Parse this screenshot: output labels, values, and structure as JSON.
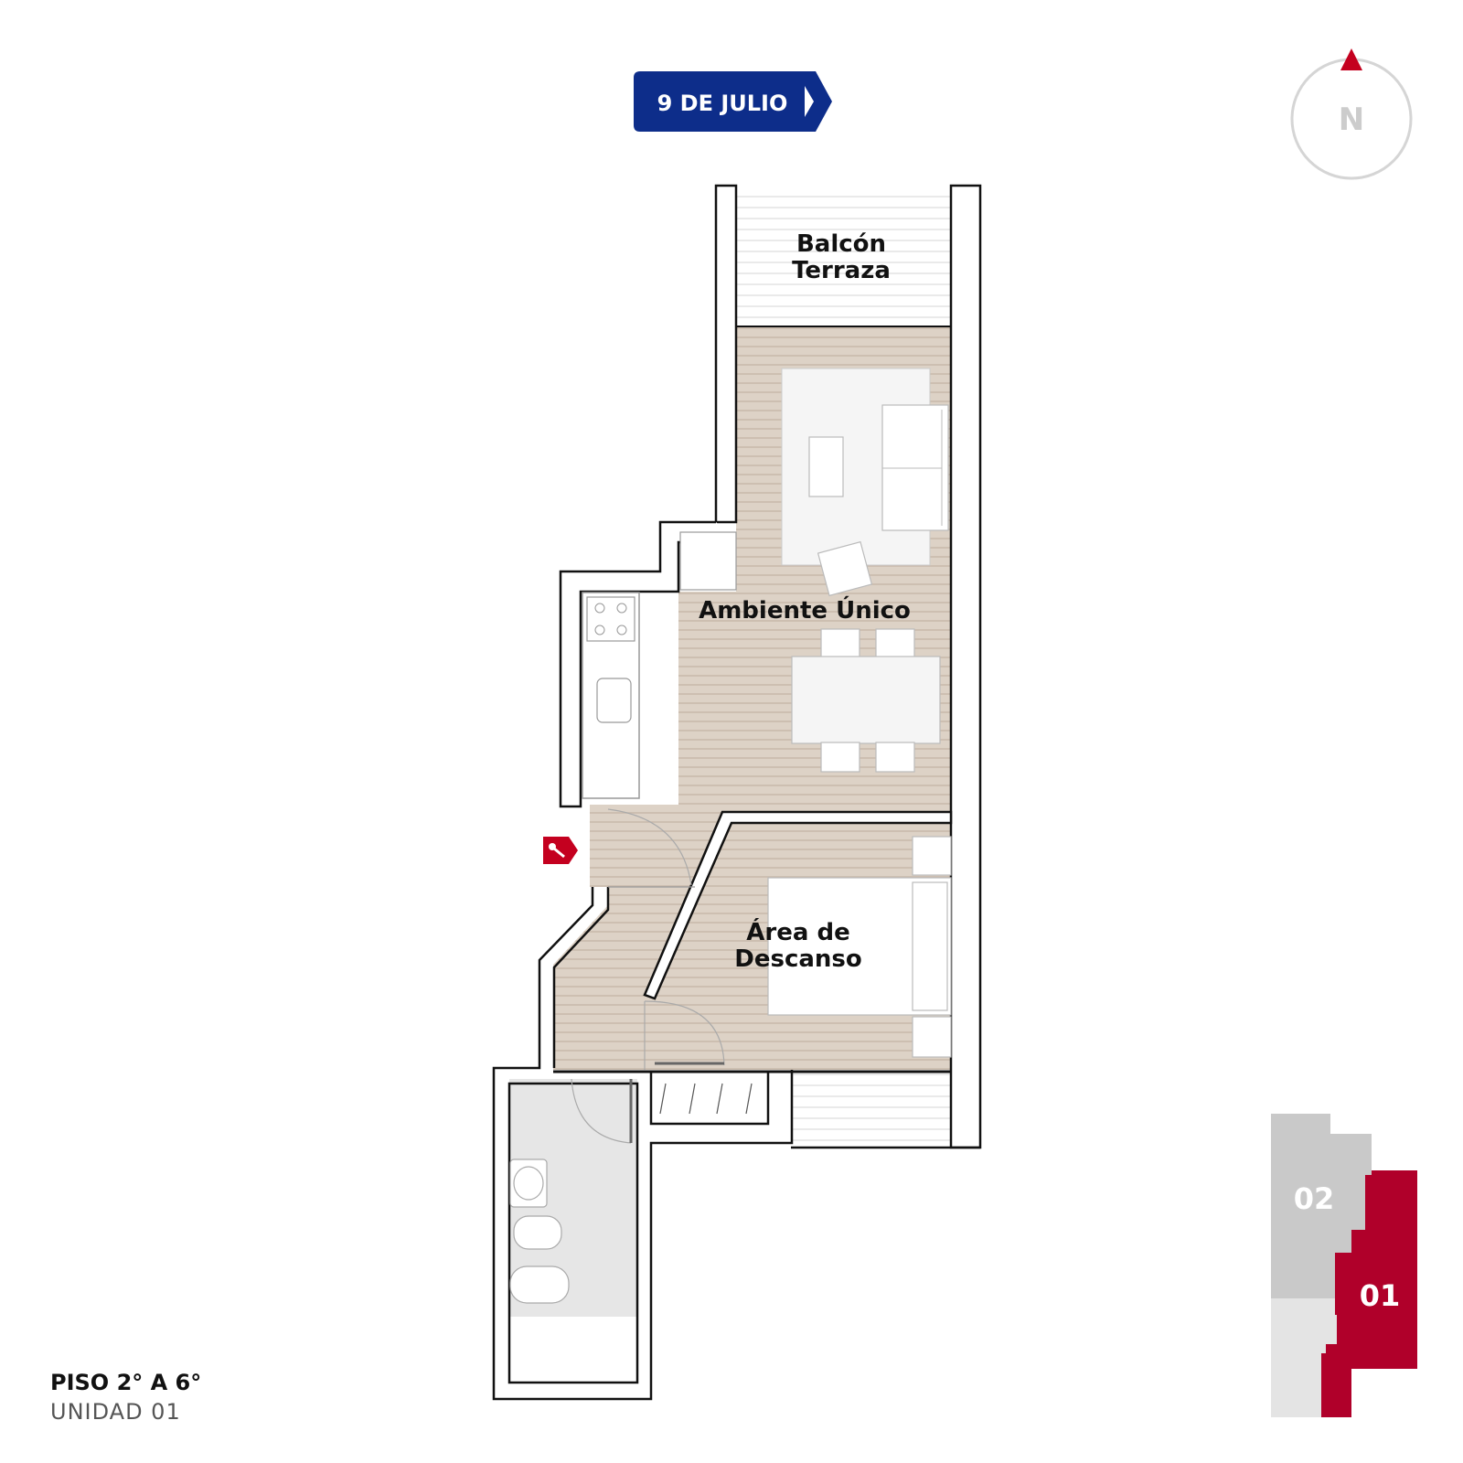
{
  "street": {
    "label": "9 DE JULIO"
  },
  "compass": {
    "label": "N"
  },
  "rooms": {
    "balcon_line1": "Balcón",
    "balcon_line2": "Terraza",
    "ambiente": "Ambiente Único",
    "descanso_line1": "Área de",
    "descanso_line2": "Descanso"
  },
  "keyplan": {
    "unit_02": "02",
    "unit_01": "01"
  },
  "floor_info": {
    "title": "PISO 2° A 6°",
    "unit": "UNIDAD 01"
  },
  "colors": {
    "street_badge": "#0d2d8a",
    "accent_red": "#b0002a",
    "floor_wood": "#ddd2c6",
    "floor_lines": "#c8b9aa",
    "bathroom": "#e6e6e6",
    "wall": "#111111",
    "furniture": "#f2f2f2",
    "keyplan_gray": "#c9c9c9",
    "keyplan_light": "#e4e4e4",
    "compass_ring": "#d5d5d5"
  },
  "icons": [
    "street-arrow-icon",
    "north-arrow-icon",
    "key-entrance-icon"
  ]
}
